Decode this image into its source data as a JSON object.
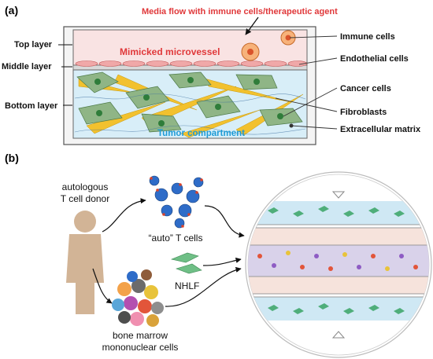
{
  "panel_a": {
    "label": "(a)",
    "layers": {
      "top": "Top layer",
      "middle": "Middle layer",
      "bottom": "Bottom layer"
    },
    "media_flow": "Media flow with immune cells/therapeutic agent",
    "microvessel": "Mimicked microvessel",
    "tumor": "Tumor compartment",
    "callouts": {
      "immune": "Immune cells",
      "endothelial": "Endothelial cells",
      "cancer": "Cancer cells",
      "fibroblasts": "Fibroblasts",
      "ecm": "Extracellular matrix"
    }
  },
  "panel_b": {
    "label": "(b)",
    "donor_line1": "autologous",
    "donor_line2": "T cell donor",
    "auto_t": "“auto” T cells",
    "nhlf": "NHLF",
    "bm_line1": "bone marrow",
    "bm_line2": "mononuclear cells"
  },
  "colors": {
    "red_text": "#e0383a",
    "blue_text": "#1e9bd6",
    "pink_fill": "#f9e3e3",
    "tumor_fill": "#d8eef8",
    "fibroblast": "#f2c12e",
    "cancer_cell": "#8fb586",
    "person": "#d2b496",
    "t_cell": "#2e6cc8",
    "nhlf_cell": "#6fbf86"
  }
}
